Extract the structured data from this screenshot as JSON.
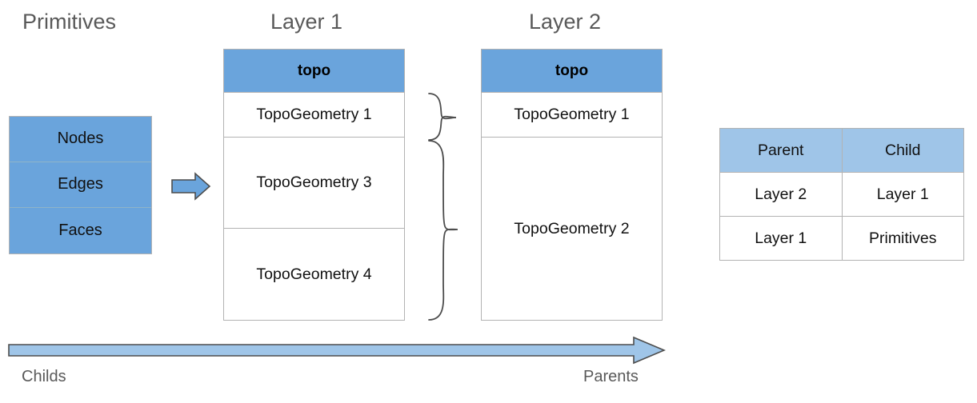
{
  "headings": {
    "primitives": "Primitives",
    "layer1": "Layer 1",
    "layer2": "Layer 2"
  },
  "primitives": {
    "rows": [
      {
        "label": "Nodes"
      },
      {
        "label": "Edges"
      },
      {
        "label": "Faces"
      }
    ]
  },
  "layer1": {
    "header": "topo",
    "rows": [
      {
        "label": "TopoGeometry 1"
      },
      {
        "label": "TopoGeometry 3"
      },
      {
        "label": "TopoGeometry 4"
      }
    ]
  },
  "layer2": {
    "header": "topo",
    "rows": [
      {
        "label": "TopoGeometry 1"
      },
      {
        "label": "TopoGeometry 2"
      }
    ]
  },
  "relation_table": {
    "columns": [
      "Parent",
      "Child"
    ],
    "rows": [
      [
        "Layer 2",
        "Layer 1"
      ],
      [
        "Layer 1",
        "Primitives"
      ]
    ]
  },
  "axis": {
    "left_label": "Childs",
    "right_label": "Parents"
  },
  "colors": {
    "blue_fill": "#6aa4dc",
    "light_blue_fill": "#9fc5e8",
    "border": "#b3b3b3",
    "heading_text": "#595959",
    "body_text": "#111111",
    "brace_stroke": "#4d4d4d"
  }
}
